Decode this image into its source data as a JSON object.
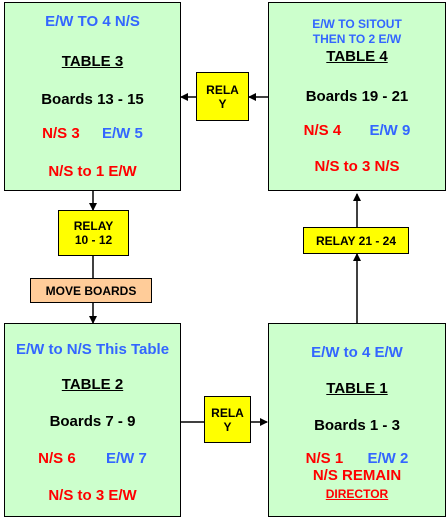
{
  "table3": {
    "movement": "E/W TO 4 N/S",
    "title": "TABLE  3",
    "boards": "Boards 13  -  15",
    "ns": "N/S 3",
    "ew": "E/W 5",
    "next": "N/S to 1 E/W"
  },
  "table4": {
    "movement_line1": "E/W TO SITOUT",
    "movement_line2": "THEN TO  2 E/W",
    "title": "TABLE  4",
    "boards": "Boards 19 - 21",
    "ns": "N/S 4",
    "ew": "E/W 9",
    "next": "N/S to 3 N/S"
  },
  "table2": {
    "movement": "E/W to N/S This Table",
    "title": "TABLE  2",
    "boards": "Boards 7 -  9",
    "ns": "N/S 6",
    "ew": "E/W 7",
    "next": "N/S to 3 E/W"
  },
  "table1": {
    "movement": "E/W to 4 E/W",
    "title": "TABLE  1",
    "boards": "Boards 1 -  3",
    "ns": "N/S 1",
    "ew": "E/W 2",
    "remain": "N/S REMAIN",
    "director": "DIRECTOR"
  },
  "relays": {
    "top_line1": "RELA",
    "top_line2": "Y",
    "left_line1": "RELAY",
    "left_line2": "10 - 12",
    "right": "RELAY  21 - 24",
    "bottom_line1": "RELA",
    "bottom_line2": "Y"
  },
  "move_boards": "MOVE BOARDS",
  "colors": {
    "table_fill": "#ccffcc",
    "relay_fill": "#ffff00",
    "move_fill": "#ffcc99",
    "blue_text": "#3366ff",
    "red_text": "#ff0000"
  }
}
